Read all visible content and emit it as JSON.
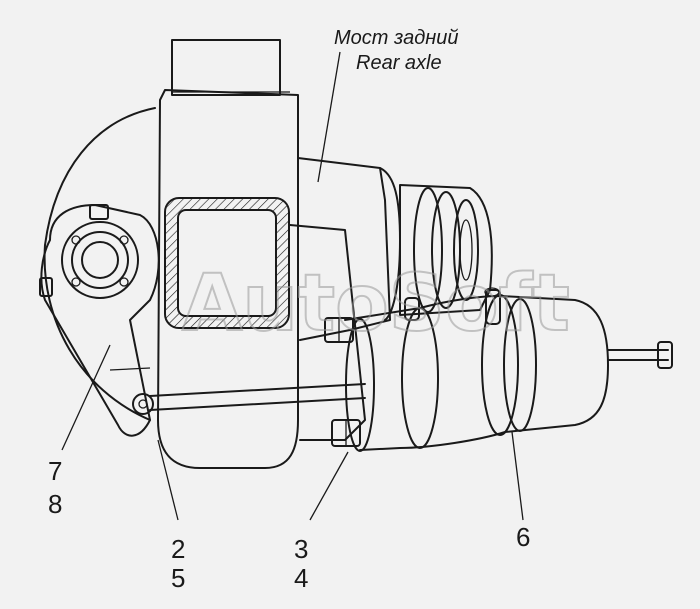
{
  "labels": {
    "axle_ru": "Мост задний",
    "axle_en": "Rear axle",
    "c1": "7",
    "c2": "8",
    "c3": "2",
    "c4": "5",
    "c5": "3",
    "c6": "4",
    "c7": "6"
  },
  "watermark": "AutoSoft",
  "colors": {
    "ink": "#1a1a1a",
    "paper": "#f2f2f2",
    "watermark": "#9a9a9a"
  }
}
